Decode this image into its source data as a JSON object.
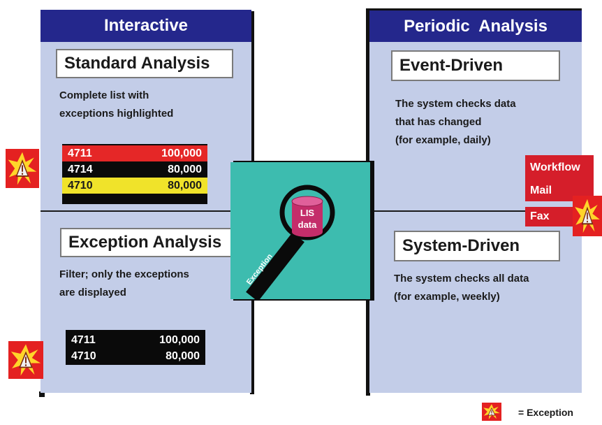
{
  "interactive": {
    "title": "Interactive",
    "standard": {
      "title": "Standard Analysis",
      "description": "Complete list with\nexceptions highlighted",
      "rows": [
        {
          "id": "4711",
          "value": "100,000",
          "bg": "#e52727",
          "fg": "#ffffff"
        },
        {
          "id": "4714",
          "value": "80,000",
          "bg": "#0a0a0a",
          "fg": "#ffffff"
        },
        {
          "id": "4710",
          "value": "80,000",
          "bg": "#f0e32a",
          "fg": "#1a1a1a"
        }
      ]
    },
    "exception": {
      "title": "Exception Analysis",
      "description": "Filter; only the exceptions\nare displayed",
      "rows": [
        {
          "id": "4711",
          "value": "100,000"
        },
        {
          "id": "4710",
          "value": "80,000"
        }
      ]
    }
  },
  "periodic": {
    "title": "Periodic  Analysis",
    "event": {
      "title": "Event-Driven",
      "description": "The system checks data\nthat has changed\n(for example, daily)"
    },
    "system": {
      "title": "System-Driven",
      "description": "The system checks all data\n(for example, weekly)"
    },
    "channels": [
      "Workflow",
      "Mail",
      "Fax"
    ]
  },
  "center": {
    "db_line1": "LIS",
    "db_line2": "data",
    "handle_label": "Exception"
  },
  "legend": {
    "label": "= Exception"
  },
  "colors": {
    "panel": "#c3cde8",
    "header": "#24278c",
    "center": "#3dbcaf",
    "database": "#c42d6a",
    "exception_red": "#e42121",
    "channel_red": "#d51e2a"
  },
  "icons": [
    "exception-icon",
    "magnifier-icon",
    "database-icon"
  ]
}
